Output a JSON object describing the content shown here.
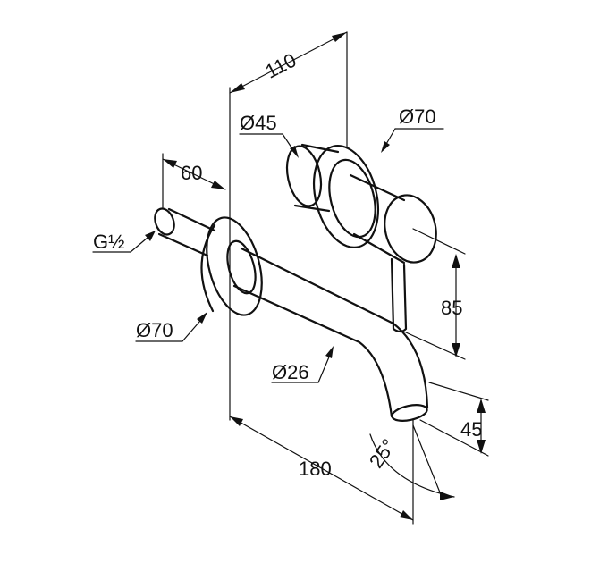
{
  "dimensions": {
    "d110": "110",
    "d60": "60",
    "g_thread": "G½",
    "dia45": "Ø45",
    "dia70_handle": "Ø70",
    "dia70_rosette": "Ø70",
    "dia26": "Ø26",
    "d85": "85",
    "d45": "45",
    "d180": "180",
    "angle25": "25°"
  }
}
